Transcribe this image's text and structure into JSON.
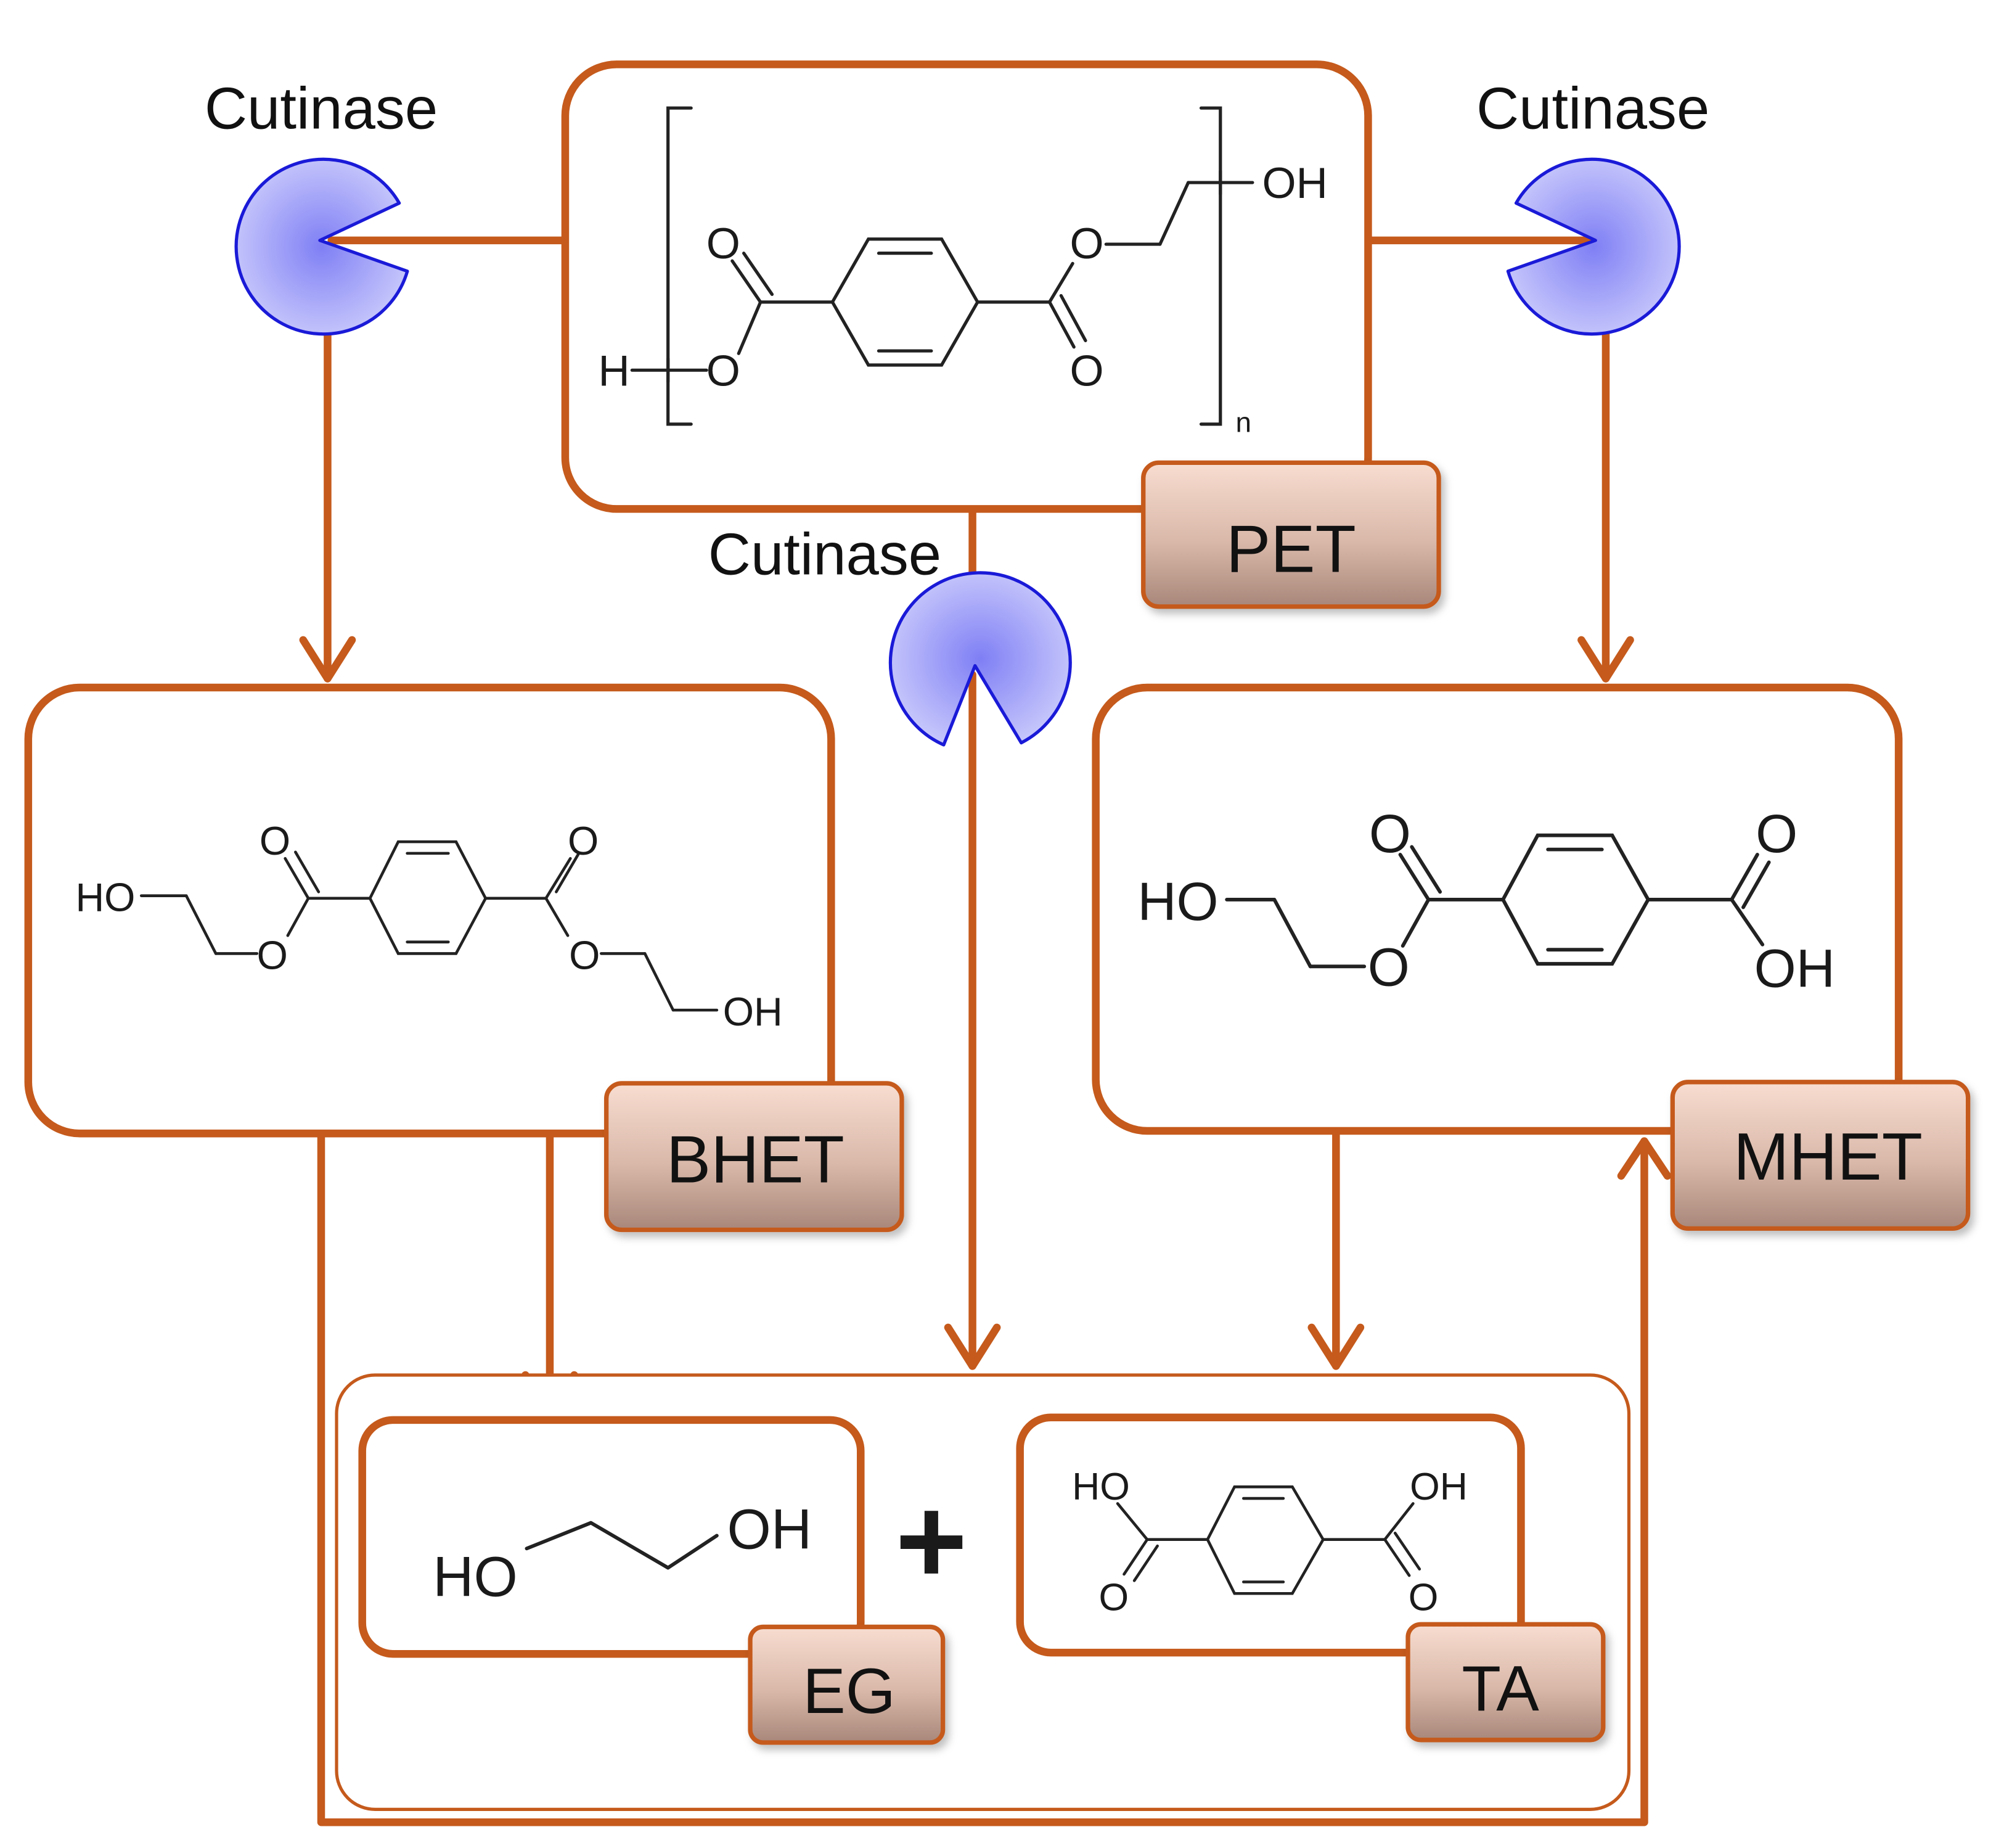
{
  "enzyme_label": "Cutinase",
  "compounds": {
    "pet": {
      "tag": "PET",
      "atoms": {
        "o_carbonyl_left": "O",
        "o_ester_left": "O",
        "h": "H",
        "o_ester_right": "O",
        "o_carbonyl_right": "O",
        "oh": "OH",
        "n": "n"
      }
    },
    "bhet": {
      "tag": "BHET",
      "atoms": {
        "ho": "HO",
        "o_ring_left": "O",
        "o_carbonyl_left": "O",
        "o_carbonyl_right": "O",
        "o_ester_right": "O",
        "oh": "OH"
      }
    },
    "mhet": {
      "tag": "MHET",
      "atoms": {
        "ho": "HO",
        "o_ester": "O",
        "o_carbonyl_left": "O",
        "o_carbonyl_right": "O",
        "oh": "OH"
      }
    },
    "eg": {
      "tag": "EG",
      "atoms": {
        "ho": "HO",
        "oh": "OH"
      }
    },
    "ta": {
      "tag": "TA",
      "atoms": {
        "ho": "HO",
        "o_left": "O",
        "oh": "OH",
        "o_right": "O"
      }
    }
  },
  "plus_sign": "+",
  "colors": {
    "flow": "#c55a1c",
    "enzyme_fill_center": "#7f7ff5",
    "enzyme_fill_edge": "#c9c9fc",
    "enzyme_stroke": "#1a1ad8",
    "tag_top": "#f8ddd0",
    "tag_bottom": "#a8877a",
    "structure_stroke": "#222222"
  }
}
